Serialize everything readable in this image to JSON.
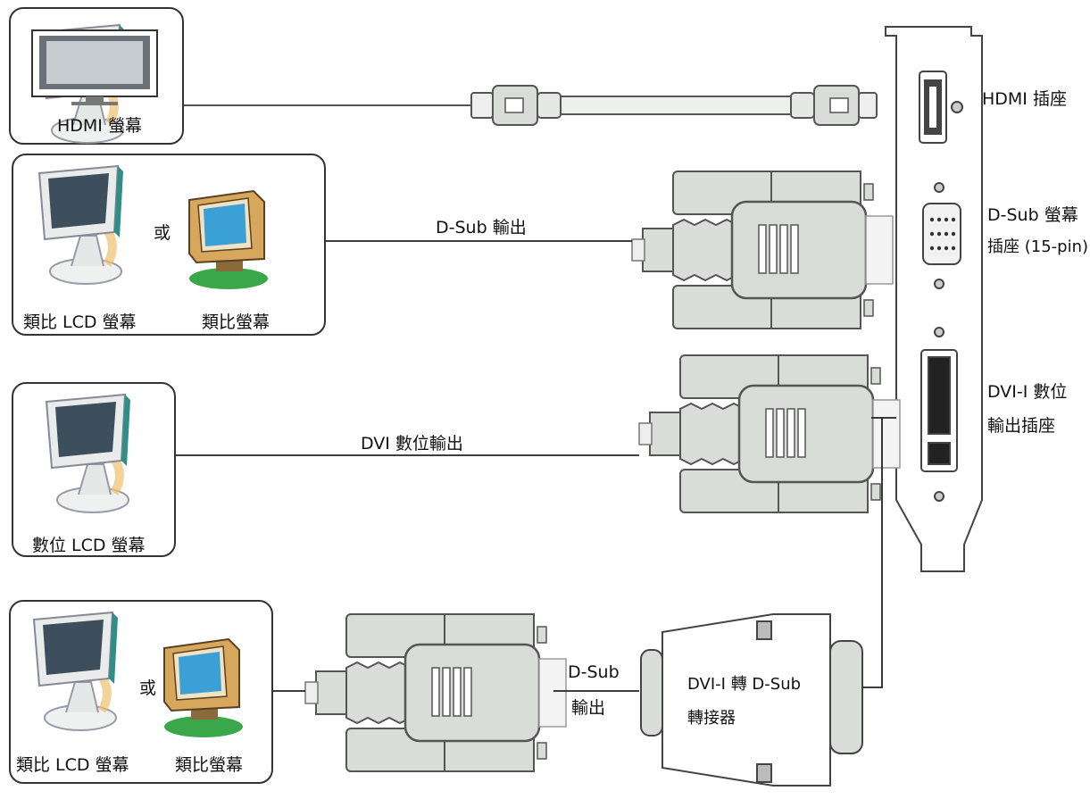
{
  "monitors": {
    "hdmi": "HDMI 螢幕",
    "analog_lcd": "類比 LCD 螢幕",
    "or": "或",
    "analog_crt": "類比螢幕",
    "digital_lcd": "數位 LCD 螢幕"
  },
  "outputs": {
    "dsub": "D-Sub 輸出",
    "dvi": "DVI 數位輸出",
    "dsub_short": "D-Sub",
    "dsub_output_word": "輸出"
  },
  "adapter": {
    "line1": "DVI-I 轉 D-Sub",
    "line2": "轉接器"
  },
  "ports": {
    "hdmi": "HDMI 插座",
    "dsub_line1": "D-Sub 螢幕",
    "dsub_line2": "插座 (15-pin)",
    "dvi_line1": "DVI-I 數位",
    "dvi_line2": "輸出插座"
  },
  "colors": {
    "connector_fill": "#d9dcd9",
    "connector_stroke": "#555555",
    "screen": "#3d4f5d",
    "crt_body": "#d7a85c",
    "crt_screen": "#3aa0d6",
    "base_green": "#3aa84a",
    "lcd_frame": "#e9ecea"
  }
}
